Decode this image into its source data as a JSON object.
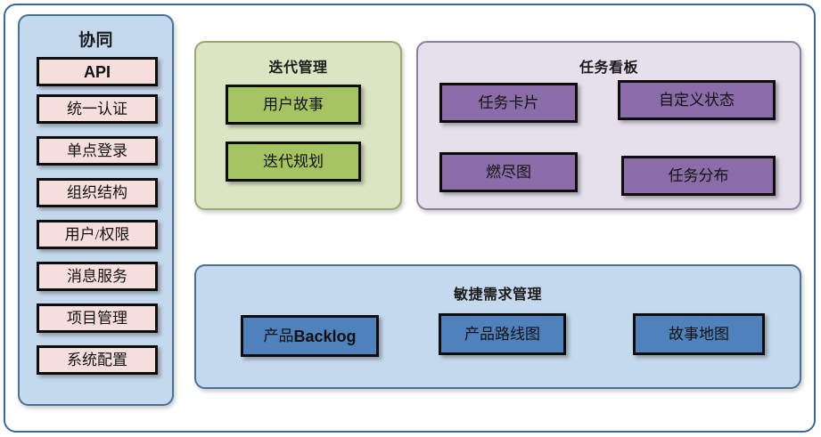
{
  "diagram": {
    "type": "architecture-block-diagram",
    "palette": {
      "frame_border": "#3e6695",
      "collab_panel_fill": "#c5d9ee",
      "collab_panel_border": "#4a7096",
      "iteration_panel_fill": "#dce5c3",
      "iteration_panel_border": "#9aa86e",
      "task_panel_fill": "#e6e0ec",
      "task_panel_border": "#8a7fa0",
      "agile_panel_fill": "#c5d9ee",
      "agile_panel_border": "#4a7096",
      "pink_box_fill": "#f6dedc",
      "green_box_fill": "#a6c462",
      "purple_box_fill": "#8a6da8",
      "blue_box_fill": "#4f81bd",
      "box_border": "#0d0d0d"
    }
  },
  "collaboration": {
    "title": "协同",
    "items": [
      {
        "label": "API",
        "emphasis": "bold-latin"
      },
      {
        "label": "统一认证",
        "emphasis": "normal"
      },
      {
        "label": "单点登录",
        "emphasis": "normal"
      },
      {
        "label": "组织结构",
        "emphasis": "normal"
      },
      {
        "label": "用户/权限",
        "emphasis": "normal"
      },
      {
        "label": "消息服务",
        "emphasis": "normal"
      },
      {
        "label": "项目管理",
        "emphasis": "normal"
      },
      {
        "label": "系统配置",
        "emphasis": "normal"
      }
    ]
  },
  "iteration": {
    "title": "迭代管理",
    "items": [
      {
        "label": "用户故事"
      },
      {
        "label": "迭代规划"
      }
    ]
  },
  "taskboard": {
    "title": "任务看板",
    "items": [
      {
        "label": "任务卡片"
      },
      {
        "label": "自定义状态"
      },
      {
        "label": "燃尽图"
      },
      {
        "label": "任务分布"
      }
    ]
  },
  "agile": {
    "title": "敏捷需求管理",
    "items": [
      {
        "label_cjk": "产品",
        "label_latin": "Backlog"
      },
      {
        "label_cjk": "产品路线图",
        "label_latin": ""
      },
      {
        "label_cjk": "故事地图",
        "label_latin": ""
      }
    ]
  }
}
